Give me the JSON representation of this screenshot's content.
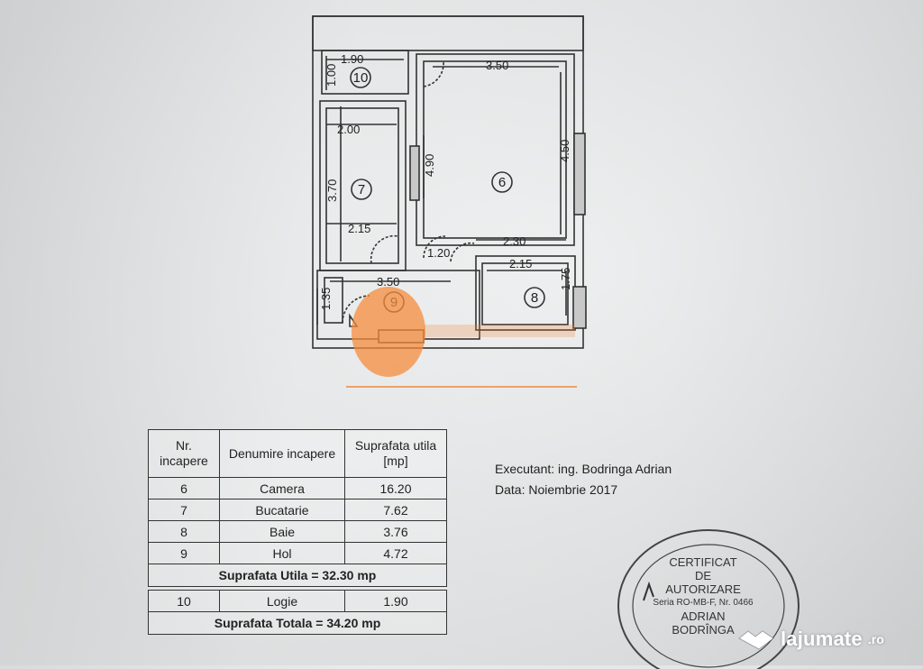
{
  "plan": {
    "dimensions": {
      "d1": "1.90",
      "d2": "3.50",
      "d3": "1.00",
      "d4": "2.00",
      "d5": "4.90",
      "d6": "4.50",
      "d7": "3.70",
      "d8": "2.15",
      "d9": "2.30",
      "d10": "1.20",
      "d11": "2.15",
      "d12": "3.50",
      "d13": "1.35",
      "d14": "1.75"
    },
    "rooms": {
      "r10": "10",
      "r7": "7",
      "r6": "6",
      "r9": "9",
      "r8": "8"
    }
  },
  "table": {
    "headers": {
      "nr": "Nr. incapere",
      "name": "Denumire incapere",
      "area": "Suprafata utila [mp]"
    },
    "rows": [
      {
        "nr": "6",
        "name": "Camera",
        "area": "16.20"
      },
      {
        "nr": "7",
        "name": "Bucatarie",
        "area": "7.62"
      },
      {
        "nr": "8",
        "name": "Baie",
        "area": "3.76"
      },
      {
        "nr": "9",
        "name": "Hol",
        "area": "4.72"
      }
    ],
    "useful_total": "Suprafata Utila = 32.30 mp",
    "extra_row": {
      "nr": "10",
      "name": "Logie",
      "area": "1.90"
    },
    "grand_total": "Suprafata Totala = 34.20 mp"
  },
  "executant": {
    "line1": "Executant: ing. Bodringa  Adrian",
    "line2": "Data: Noiembrie 2017"
  },
  "stamp": {
    "l1": "CERTIFICAT",
    "l2": "DE",
    "l3": "AUTORIZARE",
    "l4": "Seria RO-MB-F, Nr. 0466",
    "l5": "ADRIAN",
    "l6": "BODRÎNGA"
  },
  "logo": {
    "brand": "lajumate",
    "tld": ".ro"
  },
  "colors": {
    "watermark": "#f08a3c",
    "ink": "#222222"
  }
}
